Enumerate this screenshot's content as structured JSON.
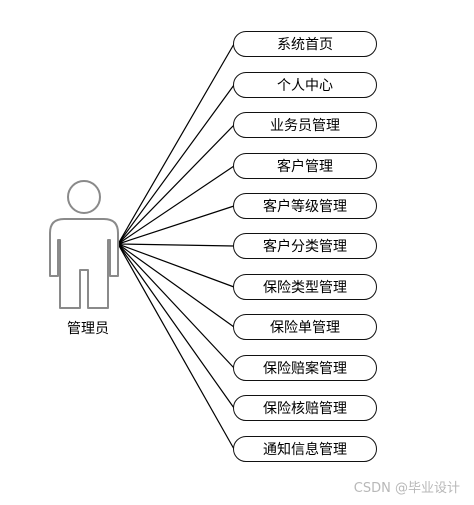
{
  "actor": {
    "label": "管理员"
  },
  "use_cases": [
    {
      "label": "系统首页"
    },
    {
      "label": "个人中心"
    },
    {
      "label": "业务员管理"
    },
    {
      "label": "客户管理"
    },
    {
      "label": "客户等级管理"
    },
    {
      "label": "客户分类管理"
    },
    {
      "label": "保险类型管理"
    },
    {
      "label": "保险单管理"
    },
    {
      "label": "保险赔案管理"
    },
    {
      "label": "保险核赔管理"
    },
    {
      "label": "通知信息管理"
    }
  ],
  "watermark": "CSDN @毕业设计"
}
